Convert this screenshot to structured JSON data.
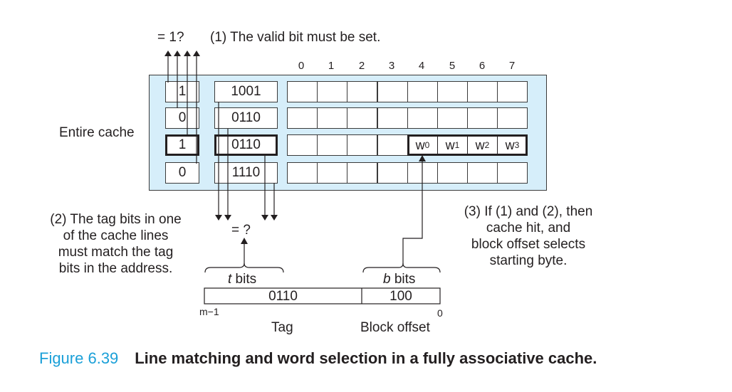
{
  "top_annotation": {
    "eq_label": "= 1?",
    "step1": "(1) The valid bit must be set."
  },
  "column_indices": [
    "0",
    "1",
    "2",
    "3",
    "4",
    "5",
    "6",
    "7"
  ],
  "cache_label": "Entire cache",
  "cache_lines": [
    {
      "valid": "1",
      "tag": "1001",
      "selected": false
    },
    {
      "valid": "0",
      "tag": "0110",
      "selected": false
    },
    {
      "valid": "1",
      "tag": "0110",
      "selected": true
    },
    {
      "valid": "0",
      "tag": "1110",
      "selected": false
    }
  ],
  "selected_words": [
    {
      "base": "w",
      "sub": "0"
    },
    {
      "base": "w",
      "sub": "1"
    },
    {
      "base": "w",
      "sub": "2"
    },
    {
      "base": "w",
      "sub": "3"
    }
  ],
  "compare_label": "= ?",
  "step2_lines": [
    "(2) The tag bits in one",
    "of the cache lines",
    "must match the tag",
    "bits in the address."
  ],
  "step3_lines": [
    "(3) If (1) and (2), then",
    "cache hit, and",
    "block offset selects",
    "starting byte."
  ],
  "address": {
    "t_bits_var": "t",
    "t_bits_label": " bits",
    "b_bits_var": "b",
    "b_bits_label": " bits",
    "tag_value": "0110",
    "offset_value": "100",
    "msb_label": "m−1",
    "lsb_label": "0",
    "tag_field_label": "Tag",
    "offset_field_label": "Block offset"
  },
  "caption": {
    "figure_number": "Figure 6.39",
    "text": "Line matching and word selection in a fully associative cache."
  }
}
